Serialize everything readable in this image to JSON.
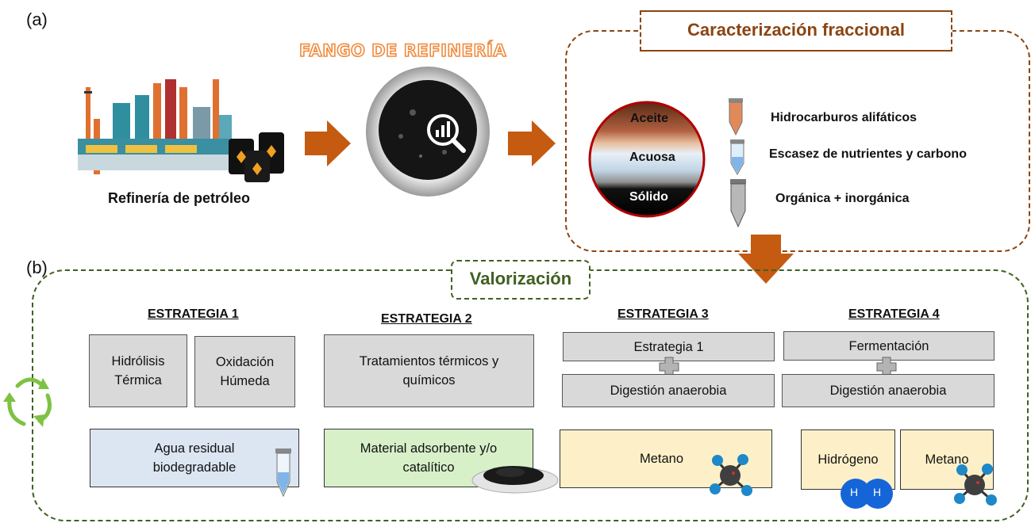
{
  "panel_a": {
    "label": "(a)",
    "sludge_title": "FANGO DE REFINERÍA",
    "refinery_label": "Refinería de petróleo",
    "section_title": "Caracterización fraccional",
    "fractions": [
      {
        "phase": "Aceite",
        "description": "Hidrocarburos alifáticos"
      },
      {
        "phase": "Acuosa",
        "description": "Escasez de nutrientes y carbono"
      },
      {
        "phase": "Sólido",
        "description": "Orgánica + inorgánica"
      }
    ]
  },
  "panel_b": {
    "label": "(b)",
    "section_title": "Valorización",
    "strategies": [
      {
        "heading": "ESTRATEGIA 1",
        "process_a": "Hidrólisis Térmica",
        "process_b": "Oxidación Húmeda",
        "product": "Agua residual biodegradable"
      },
      {
        "heading": "ESTRATEGIA 2",
        "process": "Tratamientos térmicos y químicos",
        "product": "Material adsorbente y/o catalítico"
      },
      {
        "heading": "ESTRATEGIA 3",
        "process_top": "Estrategia 1",
        "process_bottom": "Digestión anaerobia",
        "product": "Metano"
      },
      {
        "heading": "ESTRATEGIA 4",
        "process_top": "Fermentación",
        "process_bottom": "Digestión anaerobia",
        "product_a": "Hidrógeno",
        "product_b": "Metano"
      }
    ],
    "h2_atoms": [
      "H",
      "H"
    ]
  },
  "colors": {
    "arrow": "#c55a11",
    "characterization_border": "#8b4513",
    "valorization_border": "#406020",
    "process_box": "#d9d9d9",
    "product_blue": "#dce6f2",
    "product_green": "#d7f0c8",
    "product_yellow": "#fdf0c8"
  }
}
